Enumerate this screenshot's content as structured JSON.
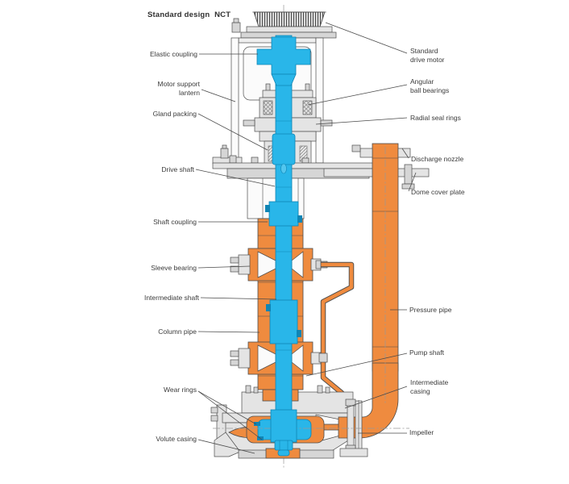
{
  "title": "Standard design  NCT",
  "colors": {
    "orange": "#ef8b3f",
    "cyan": "#29b6e9",
    "cyan_dark": "#0f85b5",
    "outline": "#4d4d4d",
    "metal": "#e4e4e4",
    "label_text": "#3b3b3b"
  },
  "labels": {
    "elastic_coupling": "Elastic coupling",
    "motor_support_lantern": "Motor support\nlantern",
    "gland_packing": "Gland packing",
    "drive_shaft": "Drive shaft",
    "shaft_coupling": "Shaft coupling",
    "sleeve_bearing": "Sleeve bearing",
    "intermediate_shaft": "Intermediate shaft",
    "column_pipe": "Column pipe",
    "wear_rings": "Wear rings",
    "volute_casing": "Volute casing",
    "standard_drive_motor": "Standard\ndrive motor",
    "angular_ball_bearings": "Angular\nball bearings",
    "radial_seal_rings": "Radial seal rings",
    "discharge_nozzle": "Discharge nozzle",
    "dome_cover_plate": "Dome cover plate",
    "pressure_pipe": "Pressure pipe",
    "pump_shaft": "Pump shaft",
    "intermediate_casing": "Intermediate\ncasing",
    "impeller": "Impeller"
  }
}
